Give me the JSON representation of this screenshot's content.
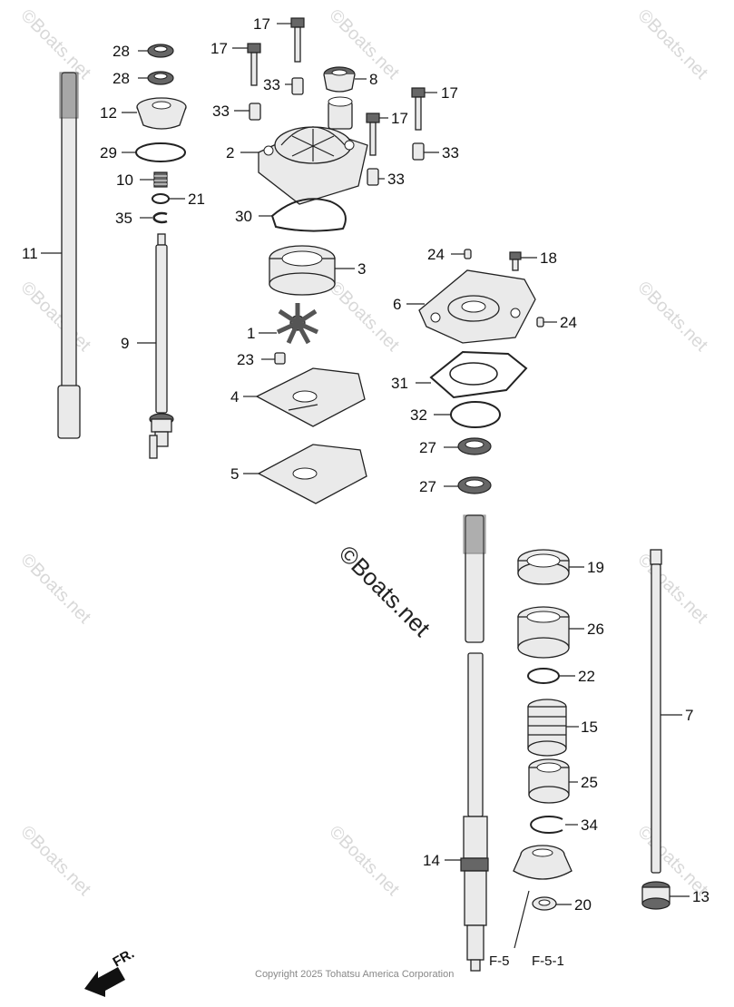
{
  "watermark": "©Boats.net",
  "copyright": "Copyright 2025 Tohatsu America Corporation",
  "direction_label": "FR.",
  "refs": [
    "F-5",
    "F-5-1"
  ],
  "callouts": {
    "c17a": "17",
    "c17b": "17",
    "c17c": "17",
    "c17d": "17",
    "c28a": "28",
    "c28b": "28",
    "c12": "12",
    "c29": "29",
    "c10": "10",
    "c21": "21",
    "c35": "35",
    "c11": "11",
    "c9": "9",
    "c33a": "33",
    "c33b": "33",
    "c33c": "33",
    "c33d": "33",
    "c8": "8",
    "c2": "2",
    "c30": "30",
    "c3": "3",
    "c1": "1",
    "c23": "23",
    "c4": "4",
    "c5": "5",
    "c24a": "24",
    "c24b": "24",
    "c18": "18",
    "c6": "6",
    "c31": "31",
    "c32": "32",
    "c27a": "27",
    "c27b": "27",
    "c19": "19",
    "c26": "26",
    "c22": "22",
    "c15": "15",
    "c25": "25",
    "c34": "34",
    "c14": "14",
    "c20": "20",
    "c7": "7",
    "c13": "13"
  }
}
